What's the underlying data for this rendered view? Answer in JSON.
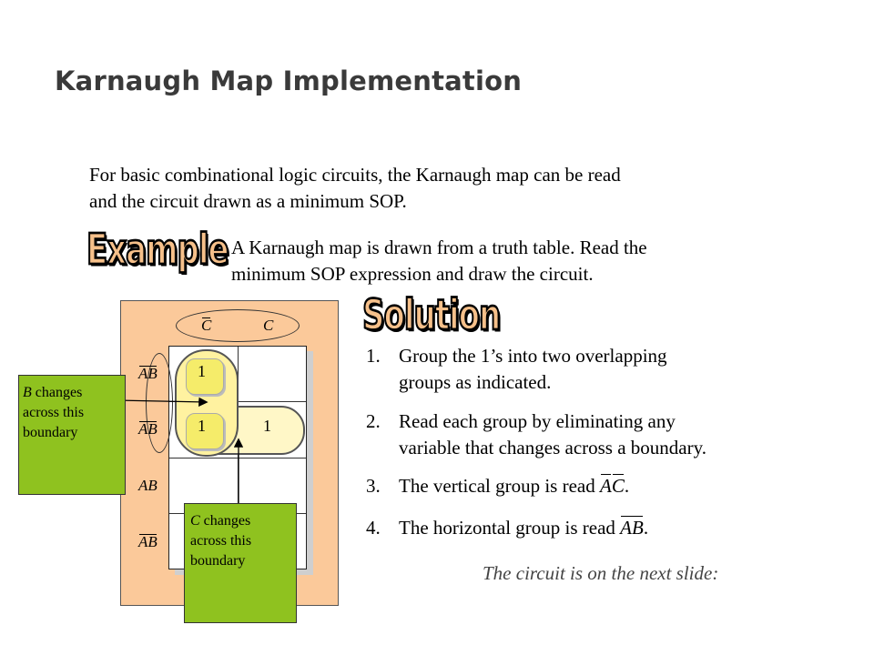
{
  "slide": {
    "title": "Karnaugh Map Implementation",
    "intro_line1": "For basic combinational logic circuits, the Karnaugh map can be read",
    "intro_line2": "and the circuit drawn as a minimum SOP.",
    "example_badge": "Example",
    "example_line1": "A Karnaugh map is drawn from a truth table. Read the",
    "example_line2": "minimum SOP expression and draw the circuit.",
    "solution_badge": "Solution"
  },
  "kmap": {
    "col_labels": [
      "C",
      "C"
    ],
    "row_labels": [
      "AB",
      "AB",
      "AB",
      "AB"
    ],
    "ones": [
      "1",
      "1",
      "1"
    ],
    "note_b": {
      "var": "B",
      "line1": " changes",
      "line2": "across this",
      "line3": "boundary"
    },
    "note_c": {
      "var": "C",
      "line1": " changes",
      "line2": "across this",
      "line3": "boundary"
    }
  },
  "steps": [
    {
      "num": "1.",
      "line1": "Group the 1’s into two overlapping",
      "line2": "groups as indicated."
    },
    {
      "num": "2.",
      "line1": "Read each group by eliminating any",
      "line2": "variable that changes across a boundary."
    },
    {
      "num": "3.",
      "text": "The vertical group is read ",
      "expr_a": "A",
      "expr_c": "C",
      "end": "."
    },
    {
      "num": "4.",
      "text": "The horizontal group is read ",
      "expr": "AB",
      "end": "."
    }
  ],
  "footer_note": "The circuit is on the next slide:",
  "colors": {
    "kmap_panel": "#fbc99a",
    "note_bg": "#8fc21f",
    "group_fill": "#f5ec6a",
    "badge_fill": "#f6c08a"
  }
}
